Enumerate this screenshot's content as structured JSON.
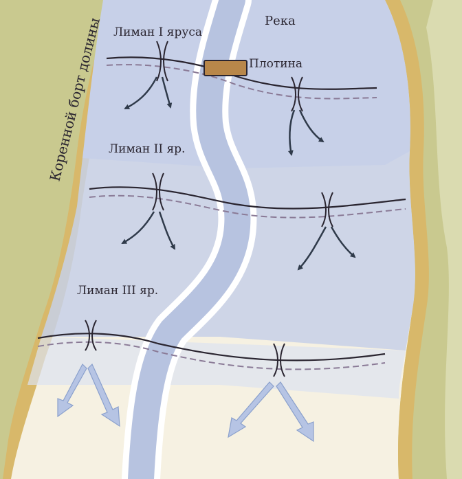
{
  "labels": {
    "valley_side": "Коренной борт долины",
    "river": "Река",
    "dam": "Плотина",
    "liman_1": "Лиман I яруса",
    "liman_2": "Лиман II яр.",
    "liman_3": "Лиман III яр."
  },
  "colors": {
    "paper": "#f6f1e2",
    "bank": "#c9c98f",
    "bank_light": "#e1e3bd",
    "slope": "#d8b86a",
    "water": "#c7d0e8",
    "river": "#b7c3e0",
    "river_edge": "#ffffff",
    "dam": "#b8874a",
    "ink": "#2a2530",
    "dash": "#8a7a96",
    "arrow_dark": "#2f3a4a",
    "arrow_light": "#b6c4e4"
  }
}
